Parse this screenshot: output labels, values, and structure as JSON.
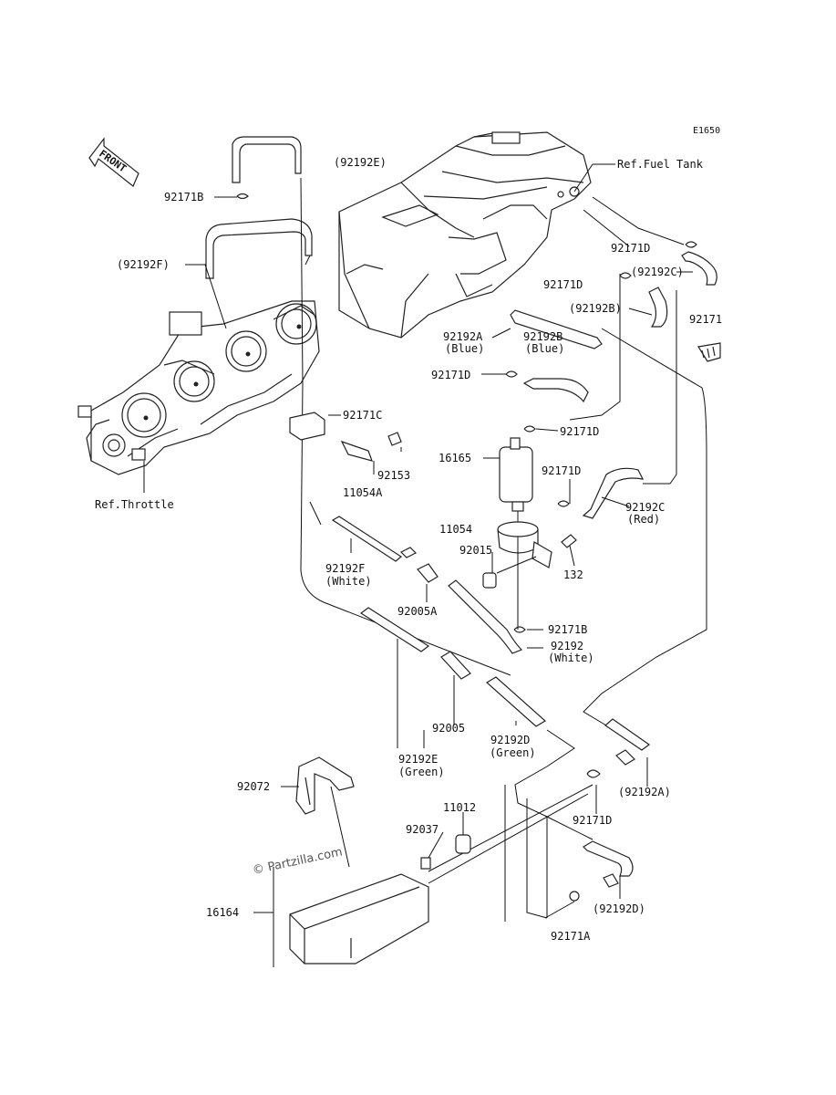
{
  "diagram_code": "E1650",
  "front_label": "FRONT",
  "watermark": "© Partzilla.com",
  "footer_line1": "",
  "footer_line2": "",
  "labels": {
    "ref_fuel_tank": "Ref.Fuel Tank",
    "ref_throttle": "Ref.Throttle",
    "p92192E_top": "(92192E)",
    "p92171B_top": "92171B",
    "p92192F_top": "(92192F)",
    "p92171D_a": "92171D",
    "p92171D_b": "92171D",
    "p92192C_top": "(92192C)",
    "p92192B_top": "(92192B)",
    "p92171": "92171",
    "p92192A": "92192A",
    "p92192A_color": "(Blue)",
    "p92192B": "92192B",
    "p92192B_color": "(Blue)",
    "p92171D_c": "92171D",
    "p92171C": "92171C",
    "p92171D_d": "92171D",
    "p92153": "92153",
    "p11054A": "11054A",
    "p16165": "16165",
    "p92171D_e": "92171D",
    "p92192C": "92192C",
    "p92192C_color": "(Red)",
    "p11054": "11054",
    "p92015": "92015",
    "p132": "132",
    "p92192F": "92192F",
    "p92192F_color": "(White)",
    "p92005A": "92005A",
    "p92171B": "92171B",
    "p92192": "92192",
    "p92192_color": "(White)",
    "p92005": "92005",
    "p92192D": "92192D",
    "p92192D_color": "(Green)",
    "p92192E": "92192E",
    "p92192E_color": "(Green)",
    "p92192A_paren": "(92192A)",
    "p92072": "92072",
    "p11012": "11012",
    "p92171D_f": "92171D",
    "p92037": "92037",
    "p16164": "16164",
    "p92192D_paren": "(92192D)",
    "p92171A": "92171A"
  }
}
